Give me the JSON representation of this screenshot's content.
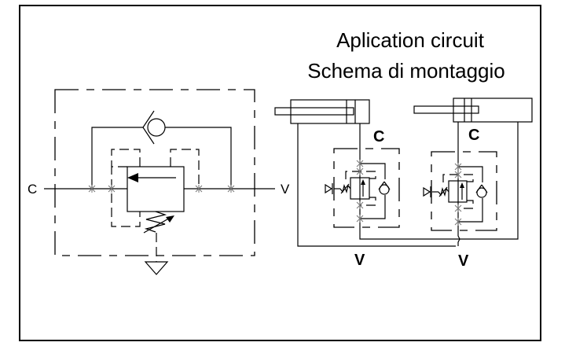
{
  "title": {
    "line1": "Aplication circuit",
    "line2": "Schema di montaggio"
  },
  "symbol_diagram": {
    "port_inlet_label": "C",
    "port_outlet_label": "V",
    "components": [
      "check-valve",
      "pilot-operated-valve",
      "adjustable-spring",
      "drain-to-tank"
    ]
  },
  "application_circuits": [
    {
      "name": "circuit-1",
      "port_c_label": "C",
      "port_v_label": "V",
      "components": [
        "hydraulic-cylinder",
        "check-valve",
        "pilot-valve",
        "adjustable-spring",
        "drain"
      ]
    },
    {
      "name": "circuit-2",
      "port_c_label": "C",
      "port_v_label": "V",
      "components": [
        "hydraulic-cylinder",
        "check-valve",
        "pilot-valve",
        "adjustable-spring",
        "drain"
      ]
    }
  ],
  "colors": {
    "line": "#000000",
    "junction": "#777777",
    "background": "#ffffff"
  }
}
